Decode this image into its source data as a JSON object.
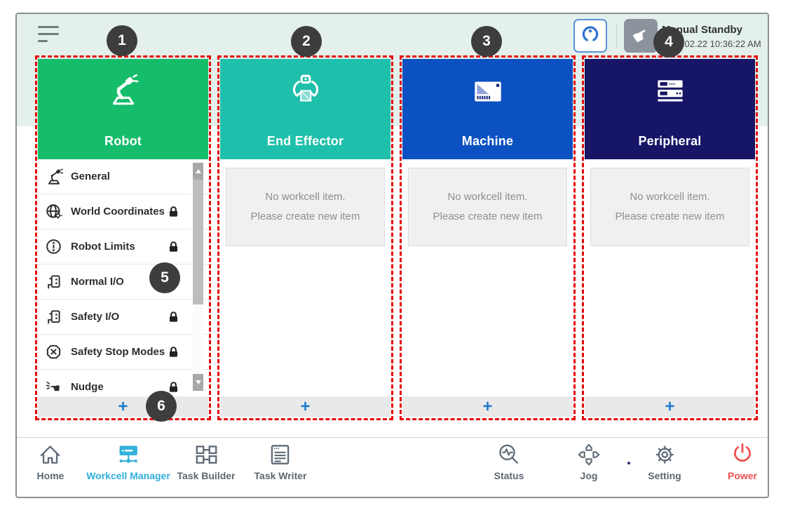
{
  "header": {
    "status_title": "Manual Standby",
    "status_datetime": "2022.02.22 10:36:22 AM"
  },
  "columns": [
    {
      "label": "Robot",
      "header_color": "#15bd6b",
      "icon": "robot-arm-icon",
      "items": [
        {
          "label": "General",
          "icon": "robot-arm-icon",
          "locked": false
        },
        {
          "label": "World Coordinates",
          "icon": "globe-icon",
          "locked": true
        },
        {
          "label": "Robot Limits",
          "icon": "limits-icon",
          "locked": true
        },
        {
          "label": "Normal I/O",
          "icon": "io-port-icon",
          "locked": false
        },
        {
          "label": "Safety I/O",
          "icon": "io-port-icon",
          "locked": true
        },
        {
          "label": "Safety Stop Modes",
          "icon": "stop-octagon-icon",
          "locked": true
        },
        {
          "label": "Nudge",
          "icon": "nudge-hand-icon",
          "locked": true
        }
      ],
      "add_button_label": "+"
    },
    {
      "label": "End Effector",
      "header_color": "#1fc0ab",
      "icon": "gripper-icon",
      "empty_line1": "No workcell item.",
      "empty_line2": "Please create new item",
      "add_button_label": "+"
    },
    {
      "label": "Machine",
      "header_color": "#0b51c1",
      "icon": "machine-icon",
      "empty_line1": "No workcell item.",
      "empty_line2": "Please create new item",
      "add_button_label": "+"
    },
    {
      "label": "Peripheral",
      "header_color": "#161566",
      "icon": "peripheral-icon",
      "empty_line1": "No workcell item.",
      "empty_line2": "Please create new item",
      "add_button_label": "+"
    }
  ],
  "annotations": {
    "badges": [
      "1",
      "2",
      "3",
      "4",
      "5",
      "6"
    ]
  },
  "bottom_nav": {
    "items": [
      {
        "label": "Home",
        "active": false
      },
      {
        "label": "Workcell Manager",
        "active": true
      },
      {
        "label": "Task Builder",
        "active": false
      },
      {
        "label": "Task Writer",
        "active": false
      },
      {
        "label": "Status",
        "active": false
      },
      {
        "label": "Jog",
        "active": false
      },
      {
        "label": "Setting",
        "active": false
      },
      {
        "label": "Power",
        "active": false
      }
    ]
  },
  "colors": {
    "accent_active": "#2fb0dd",
    "power_red": "#f04e4e",
    "annotation_red": "#e60000",
    "plus_blue": "#1e7ccd",
    "topband_mint": "#e3f0ec",
    "badge_dark": "#3d3d3d"
  }
}
